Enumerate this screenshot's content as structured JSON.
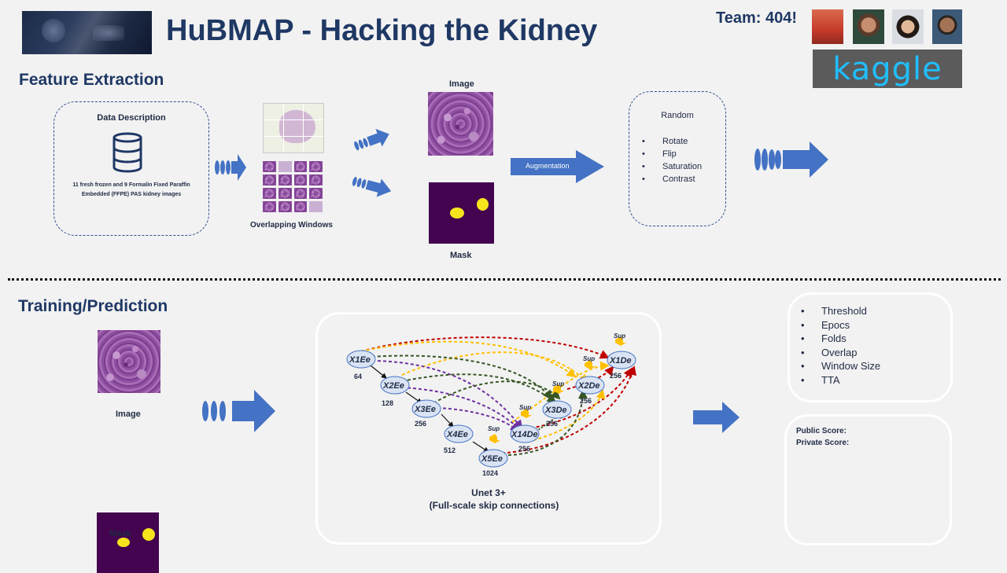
{
  "header": {
    "title": "HuBMAP - Hacking the Kidney",
    "team": "Team: 404!",
    "kaggle": "kaggle"
  },
  "feature_extraction": {
    "heading": "Feature Extraction",
    "data_description": {
      "title": "Data Description",
      "text": "11 fresh frozen and 9 Formalin Fixed Paraffin Embedded (FFPE) PAS kidney images"
    },
    "overlapping_label": "Overlapping Windows",
    "image_label": "Image",
    "mask_label": "Mask",
    "augmentation_label": "Augmentation",
    "random_title": "Random",
    "random_items": [
      "Rotate",
      "Flip",
      "Saturation",
      "Contrast"
    ]
  },
  "training": {
    "heading": "Training/Prediction",
    "image_label": "Image",
    "mask_label": "Mask",
    "unet_title": "Unet 3+",
    "unet_subtitle": "(Full-scale skip connections)",
    "params": [
      "Threshold",
      "Epocs",
      "Folds",
      "Overlap",
      "Window Size",
      "TTA"
    ],
    "public_score": "Public Score:",
    "private_score": "Private Score:"
  },
  "unet": {
    "nodes": [
      {
        "label": "X1Ee",
        "ch": "64"
      },
      {
        "label": "X2Ee",
        "ch": "128"
      },
      {
        "label": "X3Ee",
        "ch": "256"
      },
      {
        "label": "X4Ee",
        "ch": "512"
      },
      {
        "label": "X5Ee",
        "ch": "1024"
      },
      {
        "label": "X14De",
        "ch": "256"
      },
      {
        "label": "X3De",
        "ch": "256"
      },
      {
        "label": "X2De",
        "ch": "256"
      },
      {
        "label": "X1De",
        "ch": "256"
      }
    ],
    "sup": "Sup"
  },
  "colors": {
    "title": "#1f3864",
    "arrow": "#4472c4",
    "mask_bg": "#44044f",
    "mask_blob": "#f6e51d",
    "unet_red": "#c00000",
    "unet_yellow": "#ffc000",
    "unet_purple": "#7030a0",
    "unet_green": "#375623"
  },
  "icons": [
    "database-icon",
    "team-avatar",
    "kaggle-logo",
    "block-arrow"
  ]
}
